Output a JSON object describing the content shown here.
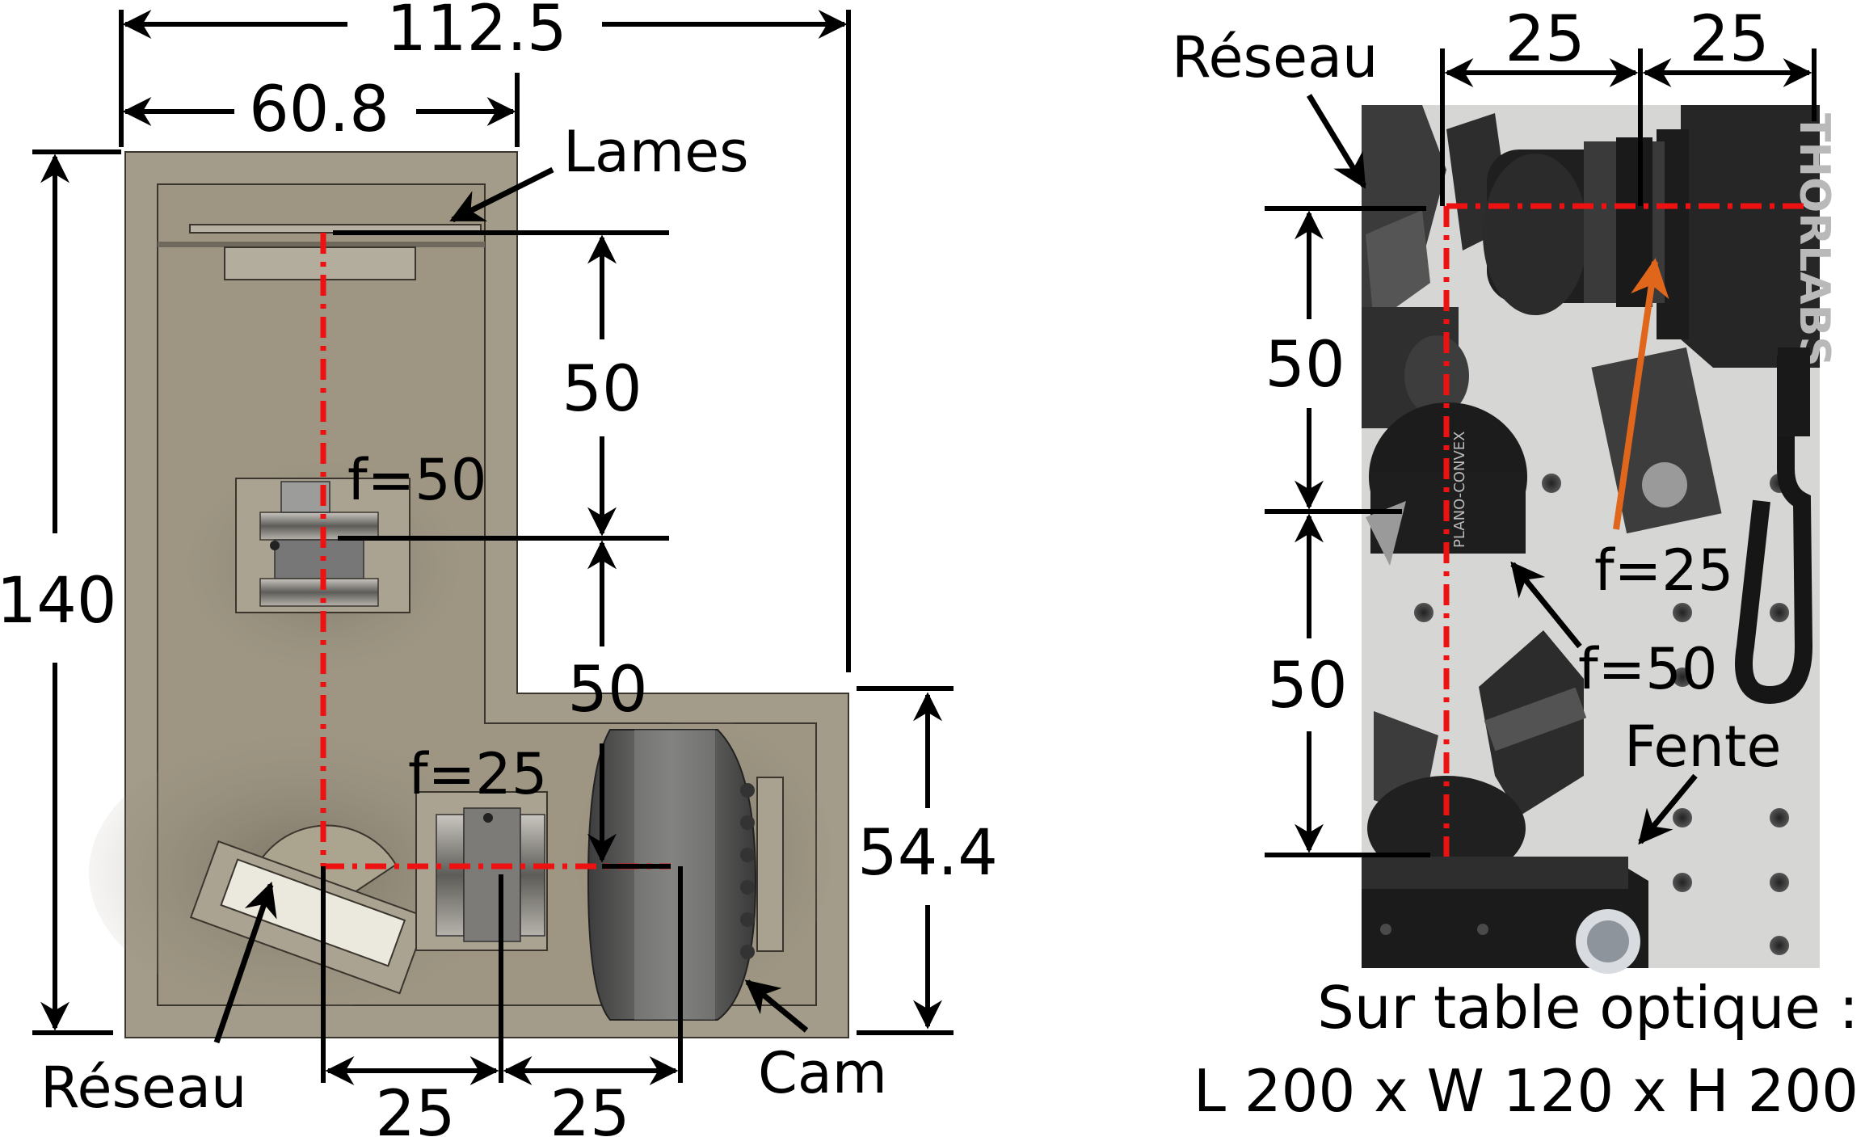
{
  "left_drawing": {
    "dims": {
      "total_width": "112.5",
      "inner_width": "60.8",
      "total_height": "140",
      "lower_height": "54.4",
      "spacing_top": "50",
      "spacing_mid": "50",
      "spacing_bottom_1": "25",
      "spacing_bottom_2": "25"
    },
    "labels": {
      "lames": "Lames",
      "lens_f50": "f=50",
      "lens_f25": "f=25",
      "reseau": "Réseau",
      "cam": "Cam"
    }
  },
  "right_photo": {
    "dims": {
      "top_1": "25",
      "top_2": "25",
      "side_1": "50",
      "side_2": "50"
    },
    "labels": {
      "reseau": "Réseau",
      "lens_f25": "f=25",
      "lens_f50": "f=50",
      "fente": "Fente"
    },
    "photo_text": {
      "brand": "THORLABS",
      "lens_marking": "PLANO-CONVEX"
    },
    "caption": {
      "line1": "Sur table optique :",
      "line2": "L 200 x W 120 x H 200"
    }
  },
  "colors": {
    "enclosure": "#a49c8a",
    "optical_path": "#ee1111",
    "arrow_accent": "#e0661c",
    "breadboard": "#d6d6d4"
  }
}
